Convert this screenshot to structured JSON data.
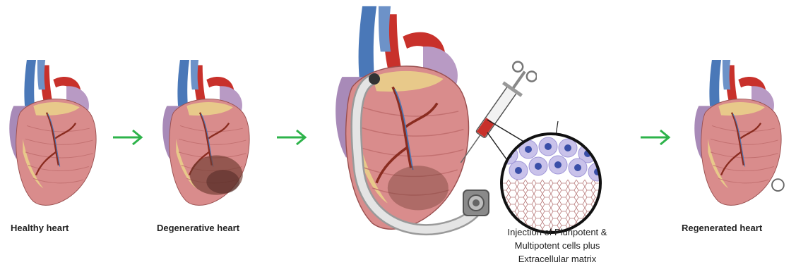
{
  "labels": {
    "healthy": "Healthy heart",
    "degenerative": "Degenerative heart",
    "injection_line1": "Injection of Pluripotent &",
    "injection_line2": "Multipotent cells plus",
    "injection_line3": "Extracellular matrix",
    "regenerated": "Regenerated heart"
  },
  "colors": {
    "arrow": "#2db34a",
    "vein_blue": "#4a78b8",
    "artery_red": "#c8312b",
    "heart_pink": "#d98c8c",
    "atrium_purple": "#a88ab8",
    "fat_yellow": "#e8c98a",
    "cell_blue": "#3a4fa8",
    "cell_lilac": "#c9c2ea",
    "tube_gray": "#d8d8d8"
  },
  "icons": [
    "arrow-right-icon",
    "syringe-icon",
    "heart-illustration",
    "cell-matrix-magnifier"
  ]
}
